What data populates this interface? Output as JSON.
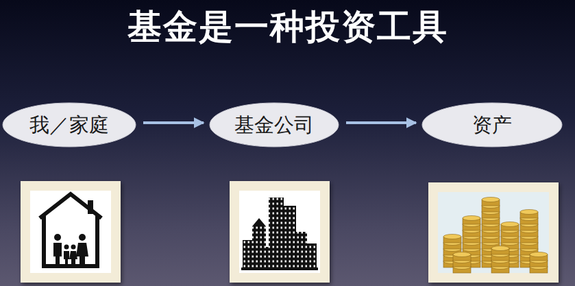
{
  "diagram": {
    "title": "基金是一种投资工具",
    "nodes": [
      {
        "text": [
          "我／家庭"
        ]
      },
      {
        "text": [
          "基金公司"
        ]
      },
      {
        "text": [
          "资产"
        ]
      }
    ],
    "edges": [
      {
        "from": 0,
        "to": 1,
        "arrow": "to"
      },
      {
        "from": 1,
        "to": 2,
        "arrow": "to"
      }
    ]
  }
}
